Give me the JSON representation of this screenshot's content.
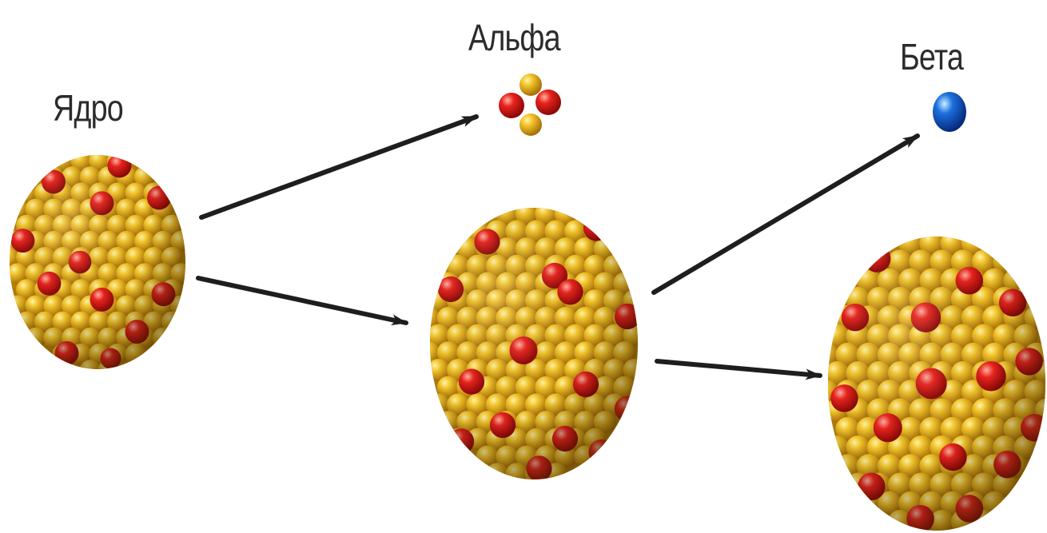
{
  "labels": {
    "nucleus": "Ядро",
    "alpha": "Альфа",
    "beta": "Бета"
  },
  "colors": {
    "neutron": "#e9b21a",
    "proton": "#e0201c",
    "electron": "#1d6fe0",
    "arrow": "#1e1e1e",
    "text": "#2b2b2b"
  }
}
